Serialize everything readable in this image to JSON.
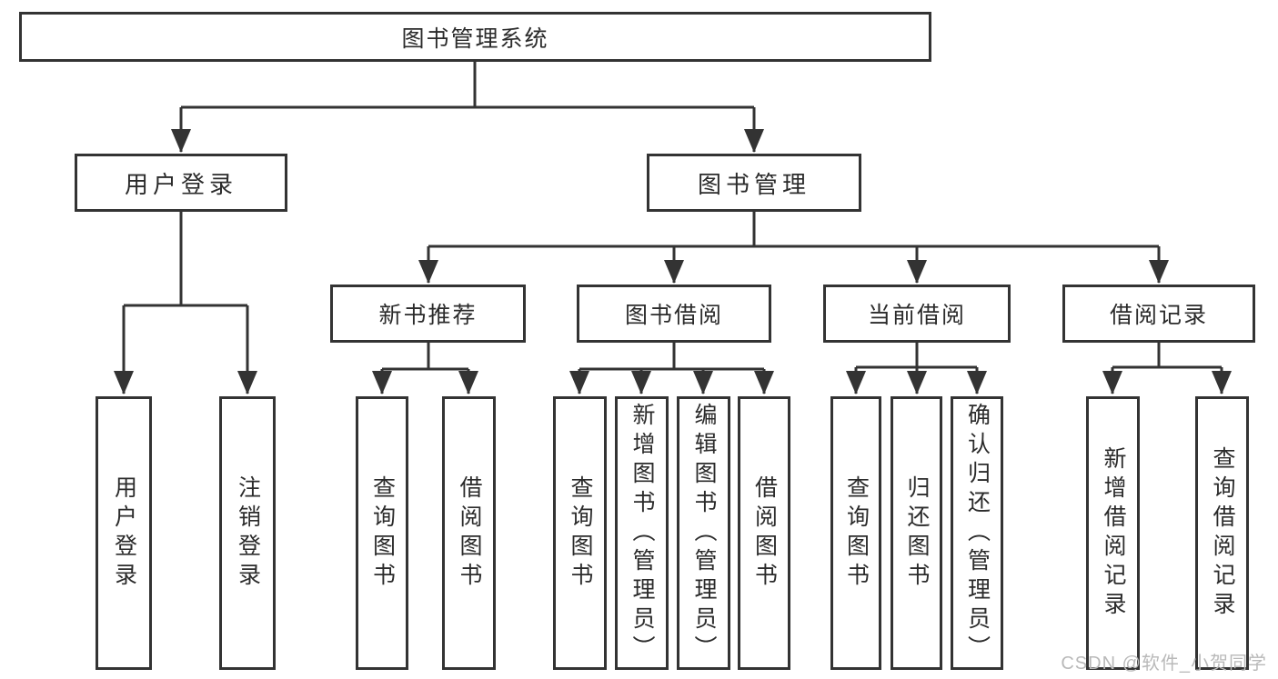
{
  "tree": {
    "label": "图书管理系统",
    "children": [
      {
        "label": "用户登录",
        "children": [
          {
            "label": "用户登录"
          },
          {
            "label": "注销登录"
          }
        ]
      },
      {
        "label": "图书管理",
        "children": [
          {
            "label": "新书推荐",
            "children": [
              {
                "label": "查询图书"
              },
              {
                "label": "借阅图书"
              }
            ]
          },
          {
            "label": "图书借阅",
            "children": [
              {
                "label": "查询图书"
              },
              {
                "label": "新增图书（管理员）"
              },
              {
                "label": "编辑图书（管理员）"
              },
              {
                "label": "借阅图书"
              }
            ]
          },
          {
            "label": "当前借阅",
            "children": [
              {
                "label": "查询图书"
              },
              {
                "label": "归还图书"
              },
              {
                "label": "确认归还（管理员）"
              }
            ]
          },
          {
            "label": "借阅记录",
            "children": [
              {
                "label": "新增借阅记录"
              },
              {
                "label": "查询借阅记录"
              }
            ]
          }
        ]
      }
    ]
  },
  "watermark": "CSDN @软件_小贺同学",
  "colors": {
    "line": "#333333",
    "box_border": "#333333",
    "text": "#2b2b2b",
    "background": "#ffffff",
    "watermark": "#b9b9b9"
  }
}
